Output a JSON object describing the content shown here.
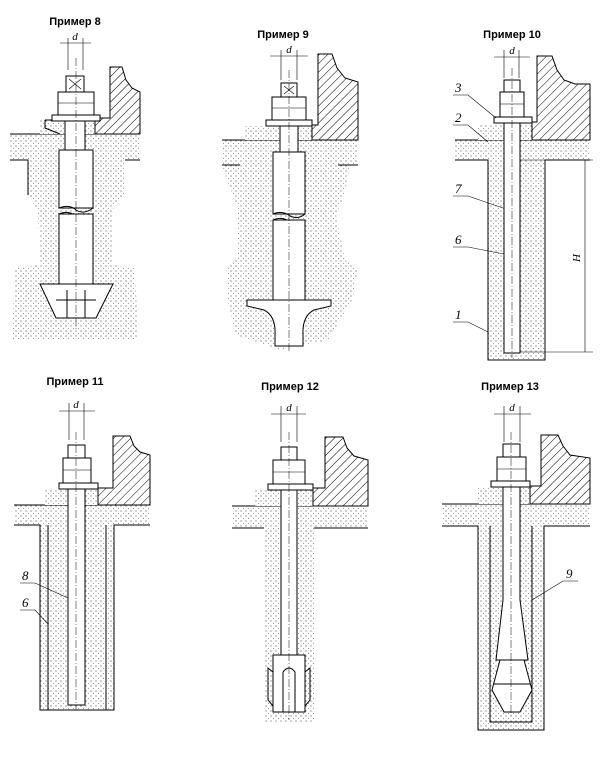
{
  "panels": [
    {
      "title": "Пример 8",
      "dim": "d"
    },
    {
      "title": "Пример 9",
      "dim": "d"
    },
    {
      "title": "Пример 10",
      "dim": "d",
      "height_dim": "H"
    },
    {
      "title": "Пример 11",
      "dim": "d"
    },
    {
      "title": "Пример 12",
      "dim": "d"
    },
    {
      "title": "Пример 13",
      "dim": "d"
    }
  ],
  "callouts": {
    "p10": [
      "3",
      "2",
      "7",
      "6",
      "1"
    ],
    "p11": [
      "8",
      "6"
    ],
    "p13": [
      "9"
    ]
  }
}
